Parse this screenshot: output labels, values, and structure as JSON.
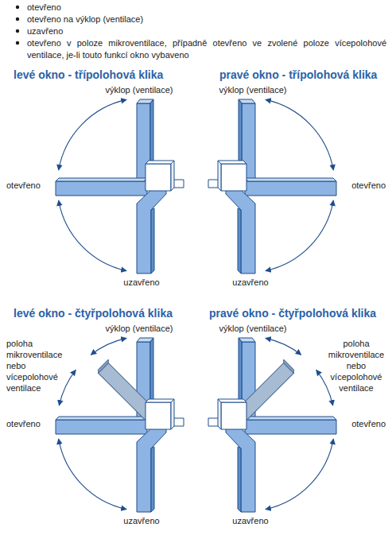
{
  "diagram": {
    "labels": [
      "otevřeno",
      "otevřeno na výklop (ventilace)",
      "uzavřeno",
      "otevřeno v poloze mikroventilace, případně otevřeno ve zvolené poloze vícepolohové ventilace, je-li touto funkcí okno vybaveno",
      "levé okno - třípolohová klika",
      "pravé okno - třípolohová klika",
      "výklop (ventilace)",
      "otevřeno",
      "uzavřeno",
      "výklop (ventilace)",
      "otevřeno",
      "uzavřeno",
      "levé okno - čtyřpolohová klika",
      "pravé okno - čtyřpolohová klika",
      "výklop (ventilace)",
      "poloha mikroventilace nebo vícepolohové ventilace",
      "otevřeno",
      "uzavřeno",
      "výklop (ventilace)",
      "poloha mikroventilace nebo vícepolohové ventilace",
      "otevřeno",
      "uzavřeno"
    ]
  }
}
